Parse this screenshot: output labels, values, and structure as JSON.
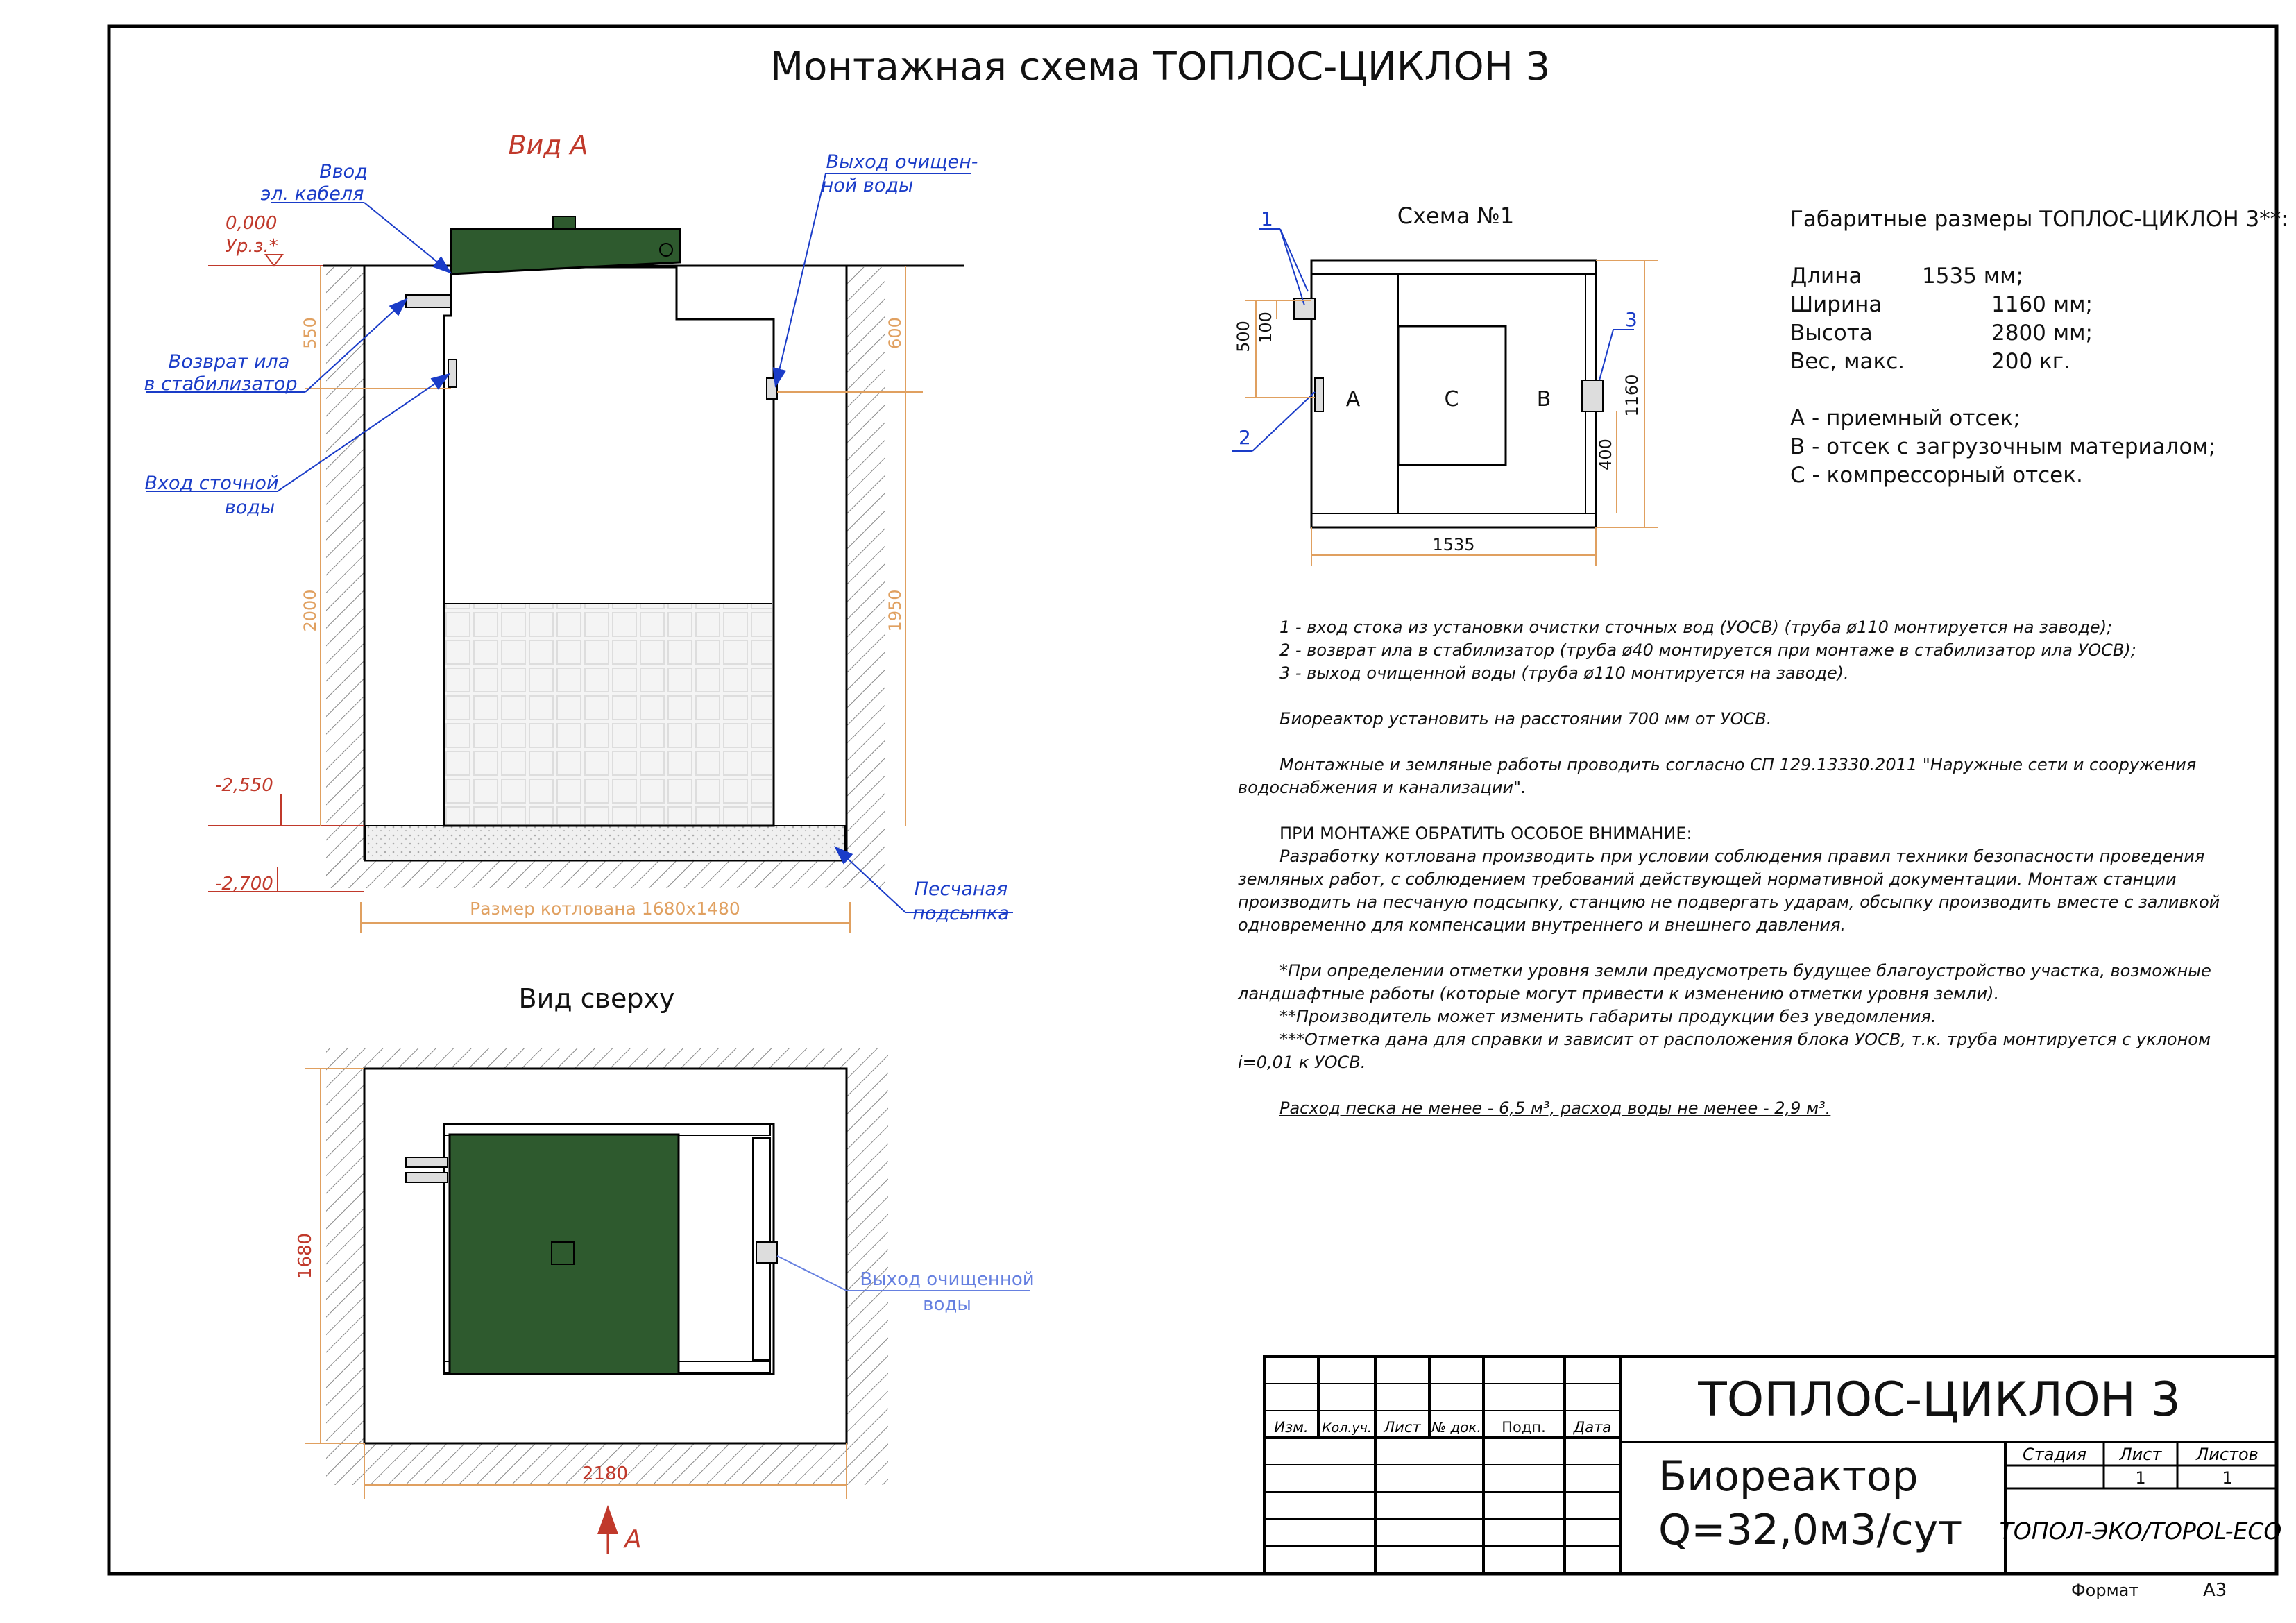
{
  "title": "Монтажная схема ТОПЛОС-ЦИКЛОН 3",
  "view_a": {
    "title": "Вид А",
    "labels": {
      "cable": [
        "Ввод",
        "эл. кабеля"
      ],
      "outlet": [
        "Выход очищен-",
        "ной воды"
      ],
      "sludge": [
        "Возврат ила",
        "в стабилизатор"
      ],
      "inlet": [
        "Вход сточной",
        "воды"
      ],
      "sand": [
        "Песчаная",
        "подсыпка"
      ]
    },
    "levels": {
      "ground": "0,000",
      "ground_note": "Ур.з.*",
      "bottom": "-2,550",
      "pit": "-2,700"
    },
    "dims": {
      "d550": "550",
      "d2000": "2000",
      "d600": "600",
      "d1950": "1950",
      "pit_size": "Размер котлована 1680х1480"
    }
  },
  "view_top": {
    "title": "Вид сверху",
    "dims": {
      "d1680": "1680",
      "d2180": "2180"
    },
    "outlet_label": [
      "Выход очищенной",
      "воды"
    ],
    "arrow_label": "А"
  },
  "scheme1": {
    "title": "Схема №1",
    "markers": {
      "m1": "1",
      "m2": "2",
      "m3": "3"
    },
    "compartments": {
      "a": "A",
      "c": "C",
      "b": "B"
    },
    "dims": {
      "d500": "500",
      "d100": "100",
      "d400": "400",
      "d1160": "1160",
      "d1535": "1535"
    }
  },
  "dimensions": {
    "title": "Габаритные размеры ТОПЛОС-ЦИКЛОН 3**:",
    "rows": [
      {
        "k": "Длина",
        "v": "1535 мм;"
      },
      {
        "k": "Ширина",
        "v": "1160 мм;"
      },
      {
        "k": "Высота",
        "v": "2800 мм;"
      },
      {
        "k": "Вес, макс.",
        "v": "200 кг."
      }
    ],
    "legend": [
      "А - приемный отсек;",
      "В - отсек с загрузочным материалом;",
      "С - компрессорный отсек."
    ]
  },
  "notes": {
    "items": [
      "1 - вход стока из установки очистки сточных вод (УОСВ) (труба ø110 монтируется на заводе);",
      "2 - возврат ила в стабилизатор (труба ø40 монтируется при монтаже в стабилизатор ила УОСВ);",
      "3 - выход очищенной воды (труба ø110 монтируется на заводе)."
    ],
    "distance": "Биореактор установить на расстоянии 700 мм от УОСВ.",
    "works": "Монтажные и земляные работы проводить согласно СП 129.13330.2011 \"Наружные сети и сооружения водоснабжения и канализации\".",
    "attention_title": "ПРИ МОНТАЖЕ ОБРАТИТЬ ОСОБОЕ ВНИМАНИЕ:",
    "attention": "Разработку котлована производить при условии соблюдения правил техники безопасности проведения земляных работ, с соблюдением требований действующей нормативной документации. Монтаж станции производить на песчаную подсыпку, станцию не подвергать ударам, обсыпку производить вместе с заливкой одновременно для компенсации внутреннего и внешнего давления.",
    "fn1": "*При определении отметки уровня земли предусмотреть будущее благоустройство участка, возможные ландшафтные работы (которые могут привести к изменению отметки уровня земли).",
    "fn2": "**Производитель может изменить габариты продукции без уведомления.",
    "fn3": "***Отметка дана для справки и зависит от расположения блока УОСВ, т.к. труба монтируется с уклоном i=0,01 к УОСВ.",
    "consumption": "Расход песка не менее - 6,5 м³, расход воды не менее - 2,9 м³."
  },
  "stamp": {
    "product": "ТОПЛОС-ЦИКЛОН 3",
    "name_line1": "Биореактор",
    "name_line2": "Q=32,0м3/сут",
    "headers": [
      "Изм.",
      "Кол.уч.",
      "Лист",
      "№ док.",
      "Подп.",
      "Дата"
    ],
    "stage": "Стадия",
    "sheet": "Лист",
    "sheets": "Листов",
    "sheet_val": "1",
    "sheets_val": "1",
    "company": "ТОПОЛ-ЭКО/TOPOL-ECO",
    "format_label": "Формат",
    "format_val": "А3"
  },
  "colors": {
    "tank": "#2e5a2e",
    "blue": "#1a3cc8",
    "red": "#c0392b",
    "dim": "#e0a060"
  }
}
